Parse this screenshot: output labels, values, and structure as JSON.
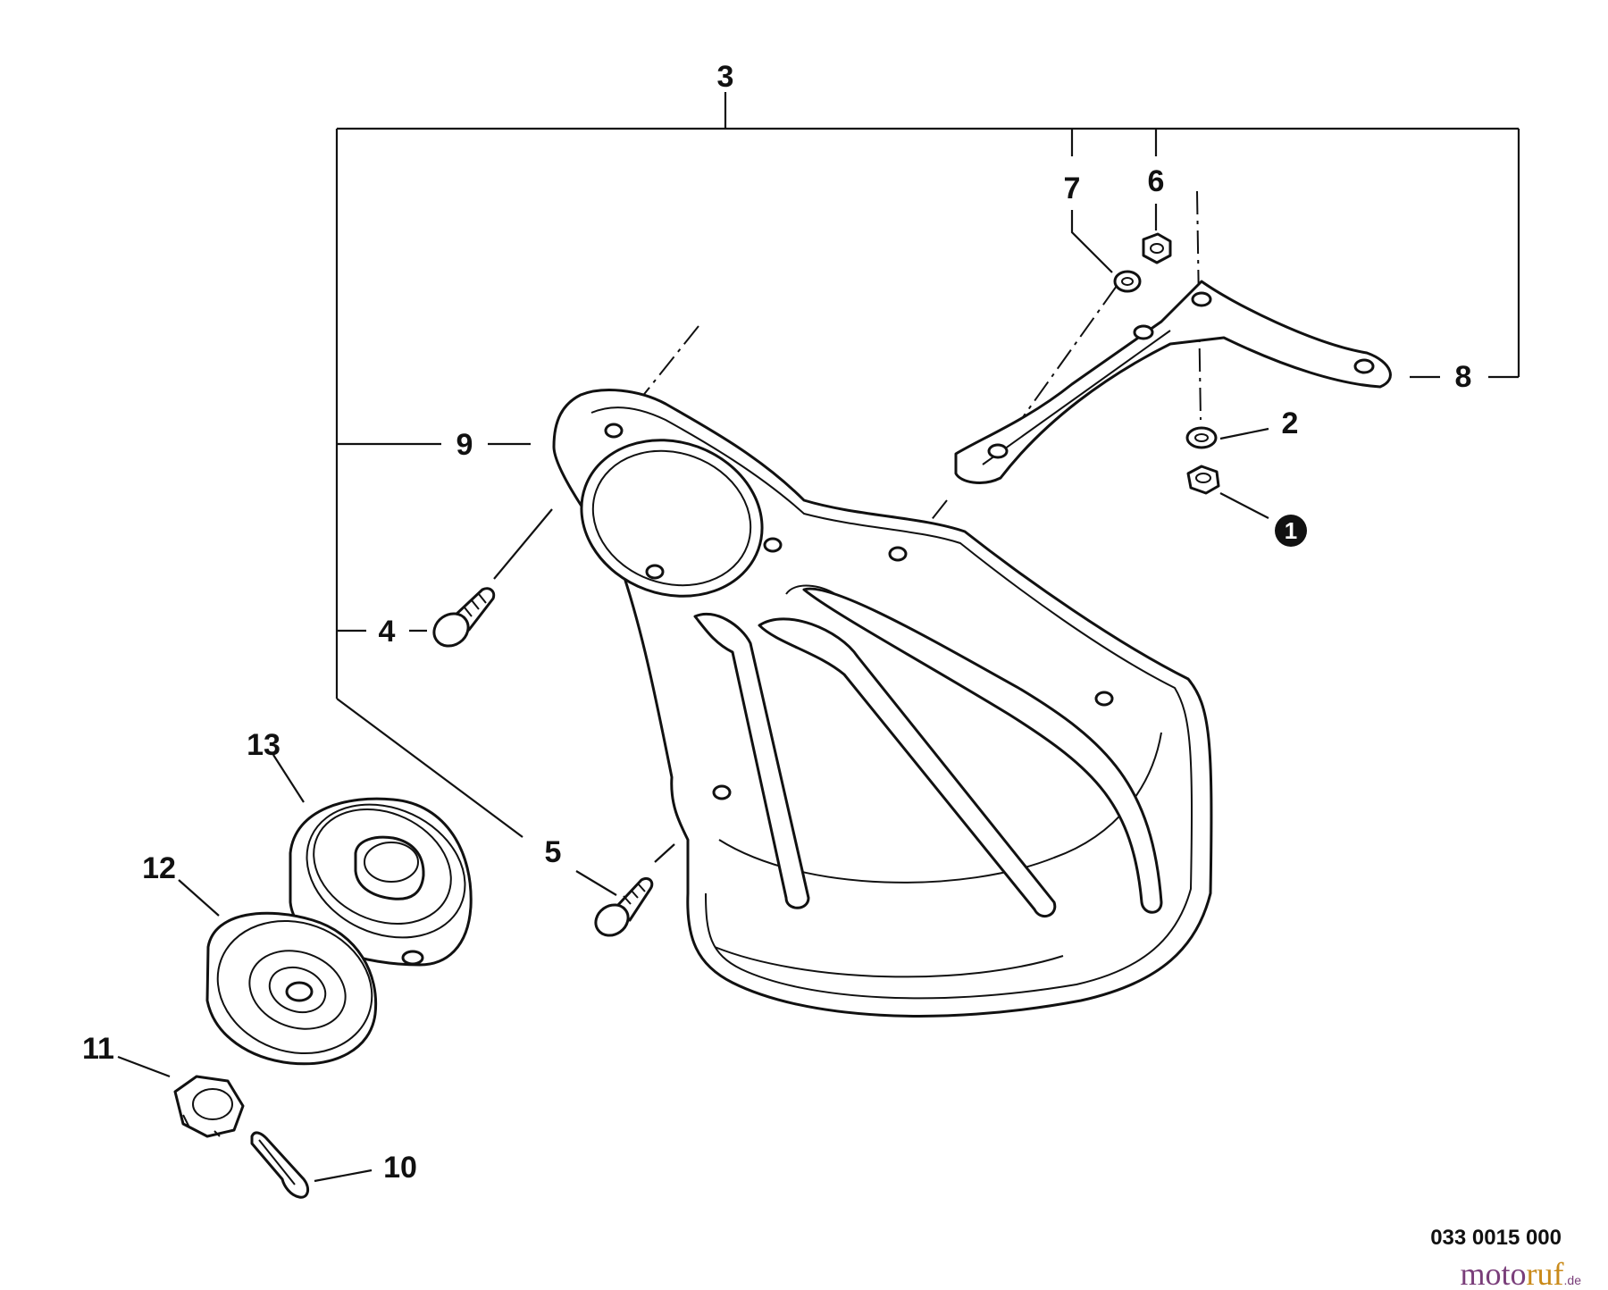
{
  "diagram": {
    "part_code": "033 0015 000",
    "watermark": {
      "brand_a": "moto",
      "brand_b": "ruf",
      "suffix": ".de"
    },
    "callouts": {
      "c1": "1",
      "c2": "2",
      "c3": "3",
      "c4": "4",
      "c5": "5",
      "c6": "6",
      "c7": "7",
      "c8": "8",
      "c9": "9",
      "c10": "10",
      "c11": "11",
      "c12": "12",
      "c13": "13"
    },
    "colors": {
      "line": "#111111",
      "watermark_purple": "#7a3e7a",
      "watermark_orange": "#c98a1a"
    }
  }
}
